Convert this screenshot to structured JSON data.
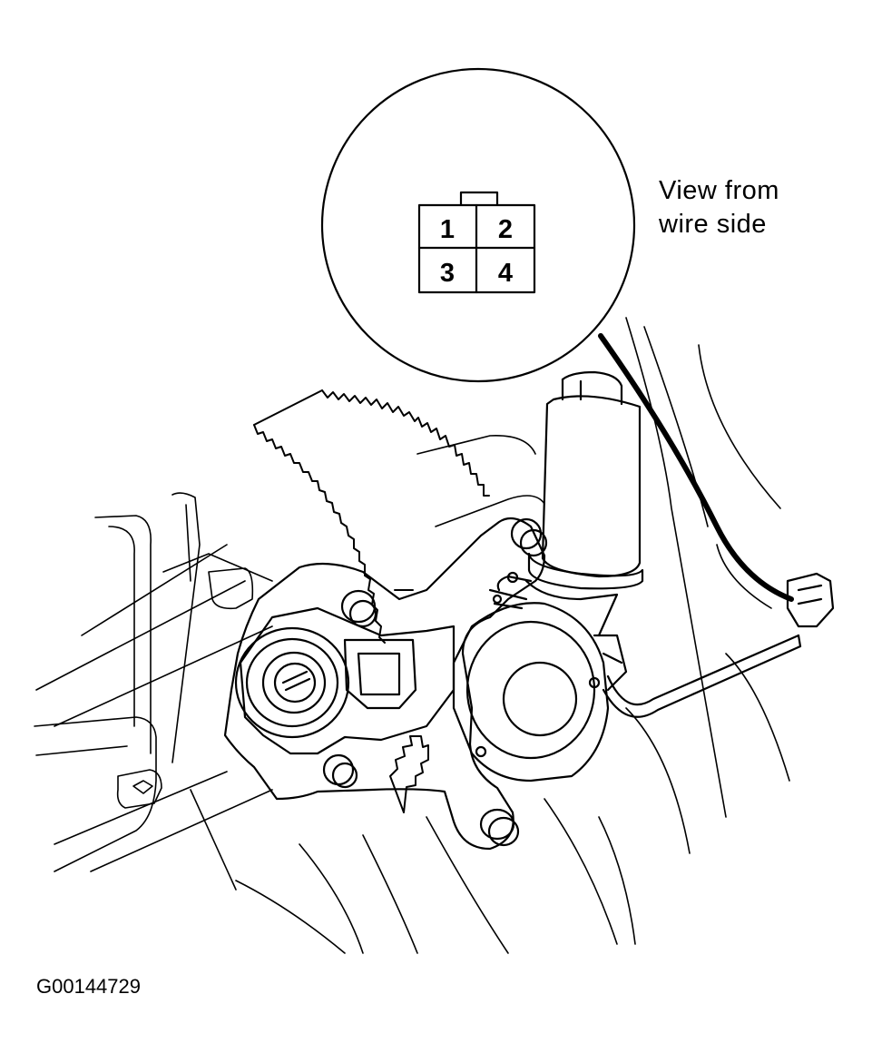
{
  "callout": {
    "line1": "View from",
    "line2": "wire side"
  },
  "connector": {
    "pins": [
      "1",
      "2",
      "3",
      "4"
    ]
  },
  "figure_id": "G00144729"
}
